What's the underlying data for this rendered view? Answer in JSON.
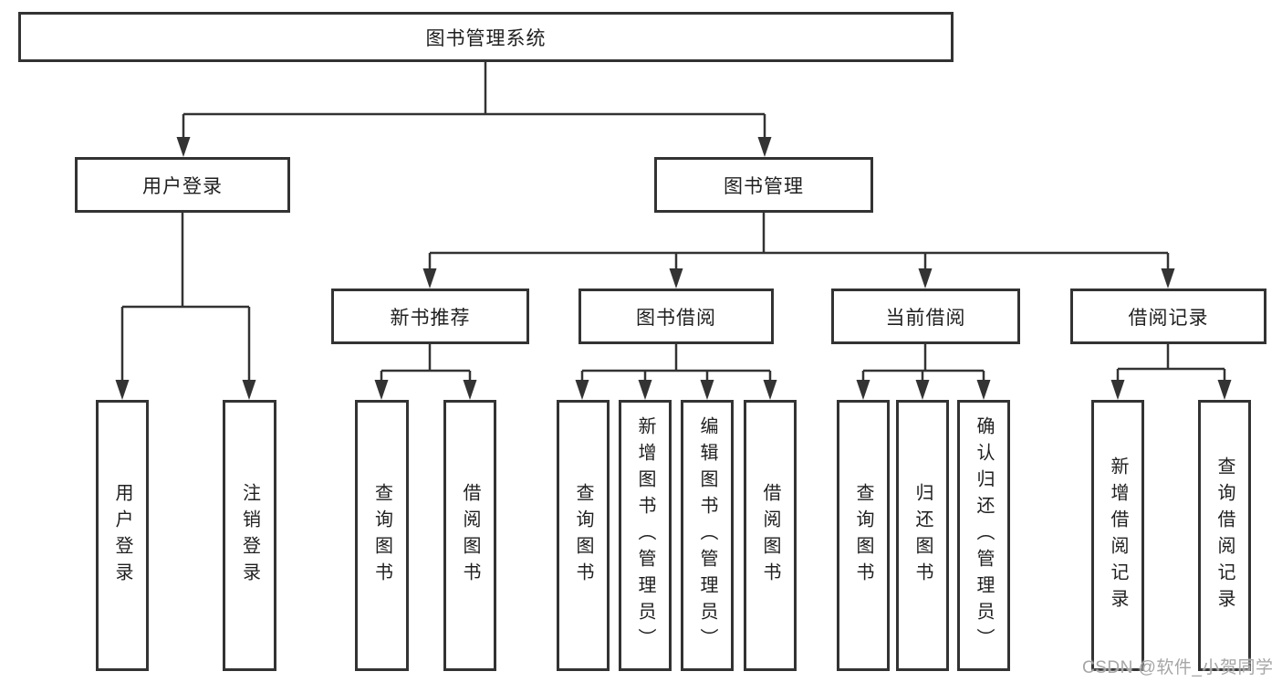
{
  "diagram": {
    "root": {
      "label": "图书管理系统"
    },
    "level2": [
      {
        "id": "user-login",
        "label": "用户登录"
      },
      {
        "id": "book-management",
        "label": "图书管理"
      }
    ],
    "level3": [
      {
        "id": "new-book-recommend",
        "label": "新书推荐"
      },
      {
        "id": "book-borrow",
        "label": "图书借阅"
      },
      {
        "id": "current-borrow",
        "label": "当前借阅"
      },
      {
        "id": "borrow-records",
        "label": "借阅记录"
      }
    ],
    "leaves": [
      {
        "id": "user-login-leaf",
        "label": "用户登录"
      },
      {
        "id": "logout",
        "label": "注销登录"
      },
      {
        "id": "query-books-recommend",
        "label": "查询图书"
      },
      {
        "id": "borrow-books-recommend",
        "label": "借阅图书"
      },
      {
        "id": "query-books-borrow",
        "label": "查询图书"
      },
      {
        "id": "add-books-admin",
        "label": "新增图书（管理员）"
      },
      {
        "id": "edit-books-admin",
        "label": "编辑图书（管理员）"
      },
      {
        "id": "borrow-books",
        "label": "借阅图书"
      },
      {
        "id": "query-books-current",
        "label": "查询图书"
      },
      {
        "id": "return-books",
        "label": "归还图书"
      },
      {
        "id": "confirm-return-admin",
        "label": "确认归还（管理员）"
      },
      {
        "id": "add-borrow-record",
        "label": "新增借阅记录"
      },
      {
        "id": "query-borrow-record",
        "label": "查询借阅记录"
      }
    ]
  },
  "watermark": {
    "text": "CSDN @软件_小贺同学"
  },
  "colors": {
    "line": "#333333",
    "box_border": "#333333",
    "text": "#1f1f1f",
    "watermark": "#a6a6a6",
    "background": "#ffffff"
  }
}
